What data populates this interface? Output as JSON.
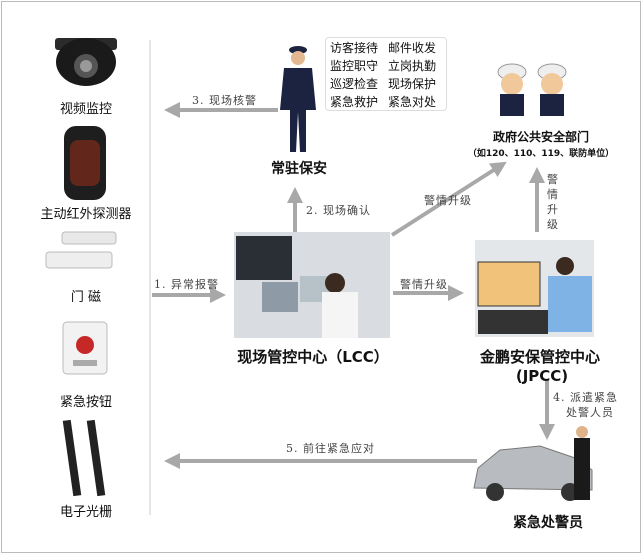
{
  "devices": [
    {
      "label": "视频监控",
      "icon": "dome-camera-icon"
    },
    {
      "label": "主动红外探测器",
      "icon": "infrared-detector-icon"
    },
    {
      "label": "门 磁",
      "icon": "door-magnet-icon"
    },
    {
      "label": "紧急按钮",
      "icon": "emergency-button-icon"
    },
    {
      "label": "电子光栅",
      "icon": "light-curtain-icon"
    }
  ],
  "guard": {
    "label": "常驻保安",
    "tasks": [
      "访客接待",
      "邮件收发",
      "监控职守",
      "立岗执勤",
      "巡逻检查",
      "现场保护",
      "紧急救护",
      "紧急对处"
    ]
  },
  "gov": {
    "label": "政府公共安全部门",
    "sub": "（如120、110、119、联防单位）"
  },
  "lcc": {
    "label": "现场管控中心（LCC）"
  },
  "jpcc": {
    "label": "金鹏安保管控中心",
    "label2": "(JPCC)"
  },
  "responder": {
    "label": "紧急处警员"
  },
  "arrows": {
    "a1": "1. 异常报警",
    "a2": "2. 现场确认",
    "a3": "3. 现场核警",
    "a4_1": "4. 派遣紧急",
    "a4_2": "处警人员",
    "a5": "5. 前往紧急应对",
    "up_diag": "警情升级",
    "up_right": "警情升级",
    "up_vert": [
      "警",
      "情",
      "升",
      "级"
    ]
  },
  "colors": {
    "arrow": "#a8a8a8",
    "uniform": "#1c2340"
  }
}
